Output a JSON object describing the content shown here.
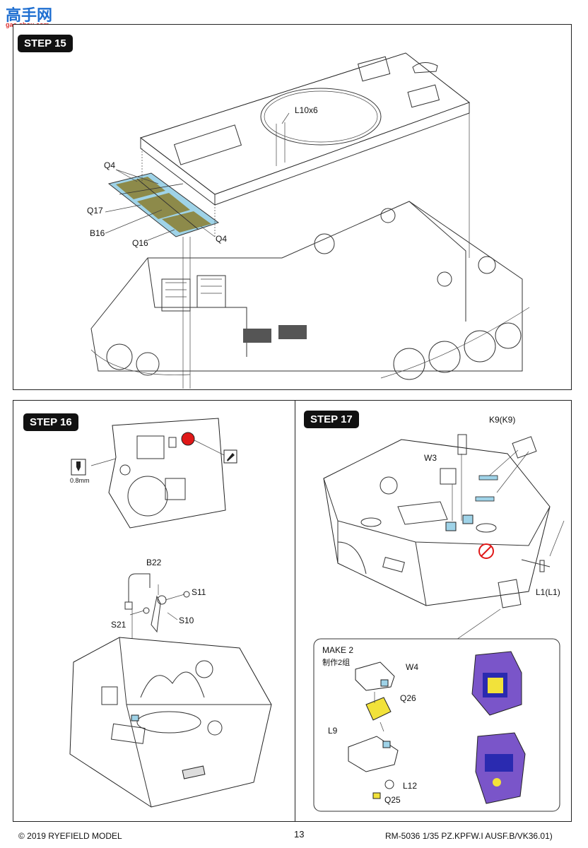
{
  "watermark": {
    "logo_text": "高手网",
    "url": "gao-shou.com"
  },
  "step15": {
    "title": "STEP 15",
    "labels": {
      "l10x6": "L10x6",
      "q4_top": "Q4",
      "q17": "Q17",
      "b16": "B16",
      "q16": "Q16",
      "q4_bottom": "Q4"
    }
  },
  "step16": {
    "title": "STEP 16",
    "drill_size": "0.8mm",
    "labels": {
      "b22": "B22",
      "s11": "S11",
      "s21": "S21",
      "s10": "S10"
    }
  },
  "step17": {
    "title": "STEP 17",
    "labels": {
      "k9": "K9(K9)",
      "w3": "W3",
      "l1": "L1(L1)"
    },
    "make": {
      "title": "MAKE 2",
      "subtitle": "制作2组",
      "labels": {
        "w4": "W4",
        "q26": "Q26",
        "l9": "L9",
        "l12": "L12",
        "q25": "Q25"
      }
    }
  },
  "footer": {
    "copyright": "© 2019 RYEFIELD MODEL",
    "page_number": "13",
    "code": "RM-5036 1/35  PZ.KPFW.I AUSF.B/VK36.01)"
  },
  "colors": {
    "photo_etch_blue": "#9fd3e8",
    "mesh_olive": "#8d8a4a",
    "yellow_part": "#f2e23a",
    "purple_part": "#7a55c9",
    "red_marker": "#e01818"
  }
}
